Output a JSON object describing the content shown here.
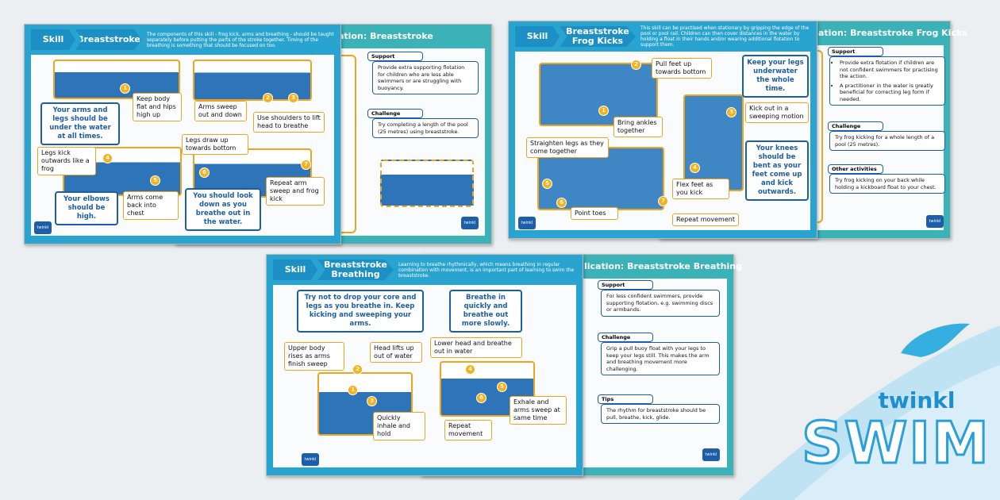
{
  "cards": [
    {
      "skill": "Skill",
      "title": "Breaststroke",
      "description": "The components of this skill - frog kick, arms and breathing - should be taught separately before putting the parts of the stroke together. Timing of the breathing is something that should be focused on too.",
      "labels": [
        "Keep body flat and hips high up",
        "Arms sweep out and down",
        "Use shoulders to lift head to breathe",
        "Legs kick outwards like a frog",
        "Arms come back into chest",
        "Legs draw up towards bottom",
        "Repeat arm sweep and frog kick"
      ],
      "tips": [
        "Your arms and legs should be under the water at all times.",
        "Your elbows should be high.",
        "You should look down as you breathe out in the water."
      ],
      "back": {
        "title": "ation: Breaststroke",
        "support_tag": "Support",
        "support": "Provide extra supporting flotation for children who are less able swimmers or are struggling with buoyancy.",
        "challenge_tag": "Challenge",
        "challenge": "Try completing a length of the pool (25 metres) using breaststroke."
      }
    },
    {
      "skill": "Skill",
      "title": "Breaststroke Frog Kicks",
      "description": "This skill can be practised when stationary by gripping the edge of the pool or pool rail. Children can then cover distances in the water by holding a float in their hands and/or wearing additional flotation to support them.",
      "labels": [
        "Pull feet up towards bottom",
        "Bring ankles together",
        "Kick out in a sweeping motion",
        "Straighten legs as they come together",
        "Flex feet as you kick",
        "Point toes",
        "Repeat movement"
      ],
      "tips": [
        "Keep your legs underwater the whole time.",
        "Your knees should be bent as your feet come up and kick outwards."
      ],
      "back": {
        "title": "ation: Breaststroke Frog Kicks",
        "support_tag": "Support",
        "support": [
          "Provide extra flotation if children are not confident swimmers for practising the action.",
          "A practitioner in the water is greatly beneficial for correcting leg form if needed."
        ],
        "challenge_tag": "Challenge",
        "challenge": "Try frog kicking for a whole length of a pool (25 metres).",
        "other_tag": "Other activities",
        "other": "Try frog kicking on your back while holding a kickboard float to your chest."
      }
    },
    {
      "skill": "Skill",
      "title": "Breaststroke Breathing",
      "description": "Learning to breathe rhythmically, which means breathing in regular combination with movement, is an important part of learning to swim the breaststroke.",
      "labels": [
        "Upper body rises as arms finish sweep",
        "Head lifts up out of water",
        "Quickly inhale and hold",
        "Lower head and breathe out in water",
        "Exhale and arms sweep at same time",
        "Repeat movement"
      ],
      "tips": [
        "Try not to drop your core and legs as you breathe in. Keep kicking and sweeping your arms.",
        "Breathe in quickly and breathe out more slowly."
      ],
      "back": {
        "title": "lication: Breaststroke Breathing",
        "support_tag": "Support",
        "support": "For less confident swimmers, provide supporting flotation, e.g. swimming discs or armbands.",
        "challenge_tag": "Challenge",
        "challenge": "Grip a pull buoy float with your legs to keep your legs still. This makes the arm and breathing movement more challenging.",
        "tips_tag": "Tips",
        "tips": "The rhythm for breaststroke should be pull, breathe, kick, glide."
      }
    }
  ],
  "brand": {
    "name": "twinkl",
    "product": "SWIM",
    "card_logo": "twinkl"
  },
  "colors": {
    "header": "#29a3cf",
    "back": "#3bb1b8",
    "accent": "#f0a420",
    "navy": "#1d5ea8"
  }
}
